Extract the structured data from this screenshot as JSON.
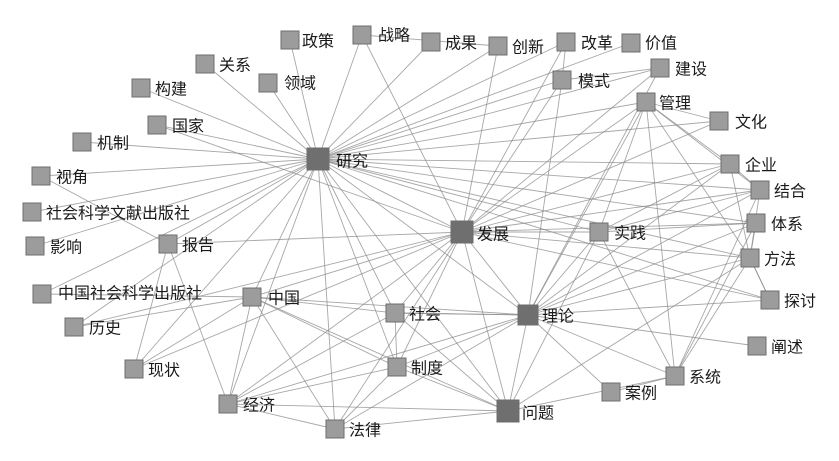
{
  "diagram": {
    "nodes": [
      {
        "id": "zhengce",
        "label": "政策"
      },
      {
        "id": "zhanlue",
        "label": "战略"
      },
      {
        "id": "chengguo",
        "label": "成果"
      },
      {
        "id": "chuangxin",
        "label": "创新"
      },
      {
        "id": "gaige",
        "label": "改革"
      },
      {
        "id": "jiazhi",
        "label": "价值"
      },
      {
        "id": "guanxi",
        "label": "关系"
      },
      {
        "id": "lingyu",
        "label": "领域"
      },
      {
        "id": "goujian",
        "label": "构建"
      },
      {
        "id": "jianshe",
        "label": "建设"
      },
      {
        "id": "moshi",
        "label": "模式"
      },
      {
        "id": "guanli",
        "label": "管理"
      },
      {
        "id": "guojia",
        "label": "国家"
      },
      {
        "id": "wenhua",
        "label": "文化"
      },
      {
        "id": "jizhi",
        "label": "机制"
      },
      {
        "id": "yanjiu",
        "label": "研究"
      },
      {
        "id": "qiye",
        "label": "企业"
      },
      {
        "id": "shijiao",
        "label": "视角"
      },
      {
        "id": "jiehe",
        "label": "结合"
      },
      {
        "id": "shehui_chubanshe",
        "label": "社会科学文献出版社"
      },
      {
        "id": "tixi",
        "label": "体系"
      },
      {
        "id": "fazhan",
        "label": "发展"
      },
      {
        "id": "shijian",
        "label": "实践"
      },
      {
        "id": "yingxiang",
        "label": "影响"
      },
      {
        "id": "baogao",
        "label": "报告"
      },
      {
        "id": "fangfa",
        "label": "方法"
      },
      {
        "id": "zhongguo_chubanshe",
        "label": "中国社会科学出版社"
      },
      {
        "id": "zhongguo",
        "label": "中国"
      },
      {
        "id": "tantao",
        "label": "探讨"
      },
      {
        "id": "lishi",
        "label": "历史"
      },
      {
        "id": "shehui",
        "label": "社会"
      },
      {
        "id": "lilun",
        "label": "理论"
      },
      {
        "id": "chanshu",
        "label": "阐述"
      },
      {
        "id": "xianzhuang",
        "label": "现状"
      },
      {
        "id": "zhidu",
        "label": "制度"
      },
      {
        "id": "xitong",
        "label": "系统"
      },
      {
        "id": "anli",
        "label": "案例"
      },
      {
        "id": "jingji",
        "label": "经济"
      },
      {
        "id": "wenti",
        "label": "问题"
      },
      {
        "id": "falv",
        "label": "法律"
      }
    ],
    "edges": [
      [
        "yanjiu",
        "zhengce"
      ],
      [
        "yanjiu",
        "zhanlue"
      ],
      [
        "yanjiu",
        "chengguo"
      ],
      [
        "yanjiu",
        "chuangxin"
      ],
      [
        "yanjiu",
        "gaige"
      ],
      [
        "yanjiu",
        "jiazhi"
      ],
      [
        "yanjiu",
        "guanxi"
      ],
      [
        "yanjiu",
        "lingyu"
      ],
      [
        "yanjiu",
        "goujian"
      ],
      [
        "yanjiu",
        "jianshe"
      ],
      [
        "yanjiu",
        "moshi"
      ],
      [
        "yanjiu",
        "guanli"
      ],
      [
        "yanjiu",
        "guojia"
      ],
      [
        "yanjiu",
        "wenhua"
      ],
      [
        "yanjiu",
        "jizhi"
      ],
      [
        "yanjiu",
        "qiye"
      ],
      [
        "yanjiu",
        "shijiao"
      ],
      [
        "yanjiu",
        "jiehe"
      ],
      [
        "yanjiu",
        "shehui_chubanshe"
      ],
      [
        "yanjiu",
        "tixi"
      ],
      [
        "yanjiu",
        "fazhan"
      ],
      [
        "yanjiu",
        "shijian"
      ],
      [
        "yanjiu",
        "yingxiang"
      ],
      [
        "yanjiu",
        "baogao"
      ],
      [
        "yanjiu",
        "fangfa"
      ],
      [
        "yanjiu",
        "zhongguo_chubanshe"
      ],
      [
        "yanjiu",
        "zhongguo"
      ],
      [
        "yanjiu",
        "tantao"
      ],
      [
        "yanjiu",
        "lishi"
      ],
      [
        "yanjiu",
        "shehui"
      ],
      [
        "yanjiu",
        "lilun"
      ],
      [
        "yanjiu",
        "xianzhuang"
      ],
      [
        "yanjiu",
        "zhidu"
      ],
      [
        "yanjiu",
        "jingji"
      ],
      [
        "yanjiu",
        "wenti"
      ],
      [
        "yanjiu",
        "falv"
      ],
      [
        "fazhan",
        "zhanlue"
      ],
      [
        "fazhan",
        "chuangxin"
      ],
      [
        "fazhan",
        "gaige"
      ],
      [
        "fazhan",
        "jianshe"
      ],
      [
        "fazhan",
        "moshi"
      ],
      [
        "fazhan",
        "guanli"
      ],
      [
        "fazhan",
        "wenhua"
      ],
      [
        "fazhan",
        "qiye"
      ],
      [
        "fazhan",
        "jiehe"
      ],
      [
        "fazhan",
        "tixi"
      ],
      [
        "fazhan",
        "shijian"
      ],
      [
        "fazhan",
        "fangfa"
      ],
      [
        "fazhan",
        "zhongguo"
      ],
      [
        "fazhan",
        "tantao"
      ],
      [
        "fazhan",
        "lishi"
      ],
      [
        "fazhan",
        "shehui"
      ],
      [
        "fazhan",
        "lilun"
      ],
      [
        "fazhan",
        "xianzhuang"
      ],
      [
        "fazhan",
        "zhidu"
      ],
      [
        "fazhan",
        "jingji"
      ],
      [
        "fazhan",
        "wenti"
      ],
      [
        "fazhan",
        "falv"
      ],
      [
        "fazhan",
        "baogao"
      ],
      [
        "fazhan",
        "guojia"
      ],
      [
        "lilun",
        "shijian"
      ],
      [
        "lilun",
        "guanli"
      ],
      [
        "lilun",
        "jianshe"
      ],
      [
        "lilun",
        "qiye"
      ],
      [
        "lilun",
        "jiehe"
      ],
      [
        "lilun",
        "tixi"
      ],
      [
        "lilun",
        "fangfa"
      ],
      [
        "lilun",
        "tantao"
      ],
      [
        "lilun",
        "chanshu"
      ],
      [
        "lilun",
        "xitong"
      ],
      [
        "lilun",
        "anli"
      ],
      [
        "lilun",
        "wenti"
      ],
      [
        "lilun",
        "zhidu"
      ],
      [
        "lilun",
        "shehui"
      ],
      [
        "lilun",
        "zhongguo"
      ],
      [
        "lilun",
        "jingji"
      ],
      [
        "lilun",
        "falv"
      ],
      [
        "lilun",
        "moshi"
      ],
      [
        "wenti",
        "zhidu"
      ],
      [
        "wenti",
        "shehui"
      ],
      [
        "wenti",
        "zhongguo"
      ],
      [
        "wenti",
        "jingji"
      ],
      [
        "wenti",
        "falv"
      ],
      [
        "wenti",
        "xitong"
      ],
      [
        "wenti",
        "shijian"
      ],
      [
        "wenti",
        "fangfa"
      ],
      [
        "shehui",
        "zhongguo"
      ],
      [
        "shehui",
        "zhidu"
      ],
      [
        "shehui",
        "jingji"
      ],
      [
        "shehui",
        "lilun"
      ],
      [
        "zhongguo",
        "zhidu"
      ],
      [
        "zhongguo",
        "jingji"
      ],
      [
        "zhongguo",
        "lishi"
      ],
      [
        "zhongguo",
        "xianzhuang"
      ],
      [
        "zhongguo",
        "falv"
      ],
      [
        "zhongguo",
        "zhongguo_chubanshe"
      ],
      [
        "guanli",
        "qiye"
      ],
      [
        "guanli",
        "fangfa"
      ],
      [
        "guanli",
        "xitong"
      ],
      [
        "guanli",
        "wenhua"
      ],
      [
        "guanli",
        "jiehe"
      ],
      [
        "guanli",
        "shijian"
      ],
      [
        "xitong",
        "fangfa"
      ],
      [
        "xitong",
        "jiehe"
      ],
      [
        "xitong",
        "shijian"
      ],
      [
        "xitong",
        "tixi"
      ],
      [
        "fangfa",
        "jiehe"
      ],
      [
        "fangfa",
        "qiye"
      ],
      [
        "fangfa",
        "tantao"
      ],
      [
        "shijian",
        "jiehe"
      ],
      [
        "shijian",
        "tixi"
      ],
      [
        "shijian",
        "qiye"
      ],
      [
        "zhidu",
        "jingji"
      ],
      [
        "zhidu",
        "falv"
      ],
      [
        "jingji",
        "falv"
      ],
      [
        "jingji",
        "baogao"
      ],
      [
        "baogao",
        "shijiao"
      ],
      [
        "baogao",
        "xianzhuang"
      ],
      [
        "zhanlue",
        "chuangxin"
      ],
      [
        "gaige",
        "moshi"
      ],
      [
        "jianshe",
        "moshi"
      ],
      [
        "anli",
        "xitong"
      ],
      [
        "qiye",
        "jiehe"
      ],
      [
        "tantao",
        "fangfa"
      ],
      [
        "tixi",
        "fangfa"
      ]
    ]
  }
}
